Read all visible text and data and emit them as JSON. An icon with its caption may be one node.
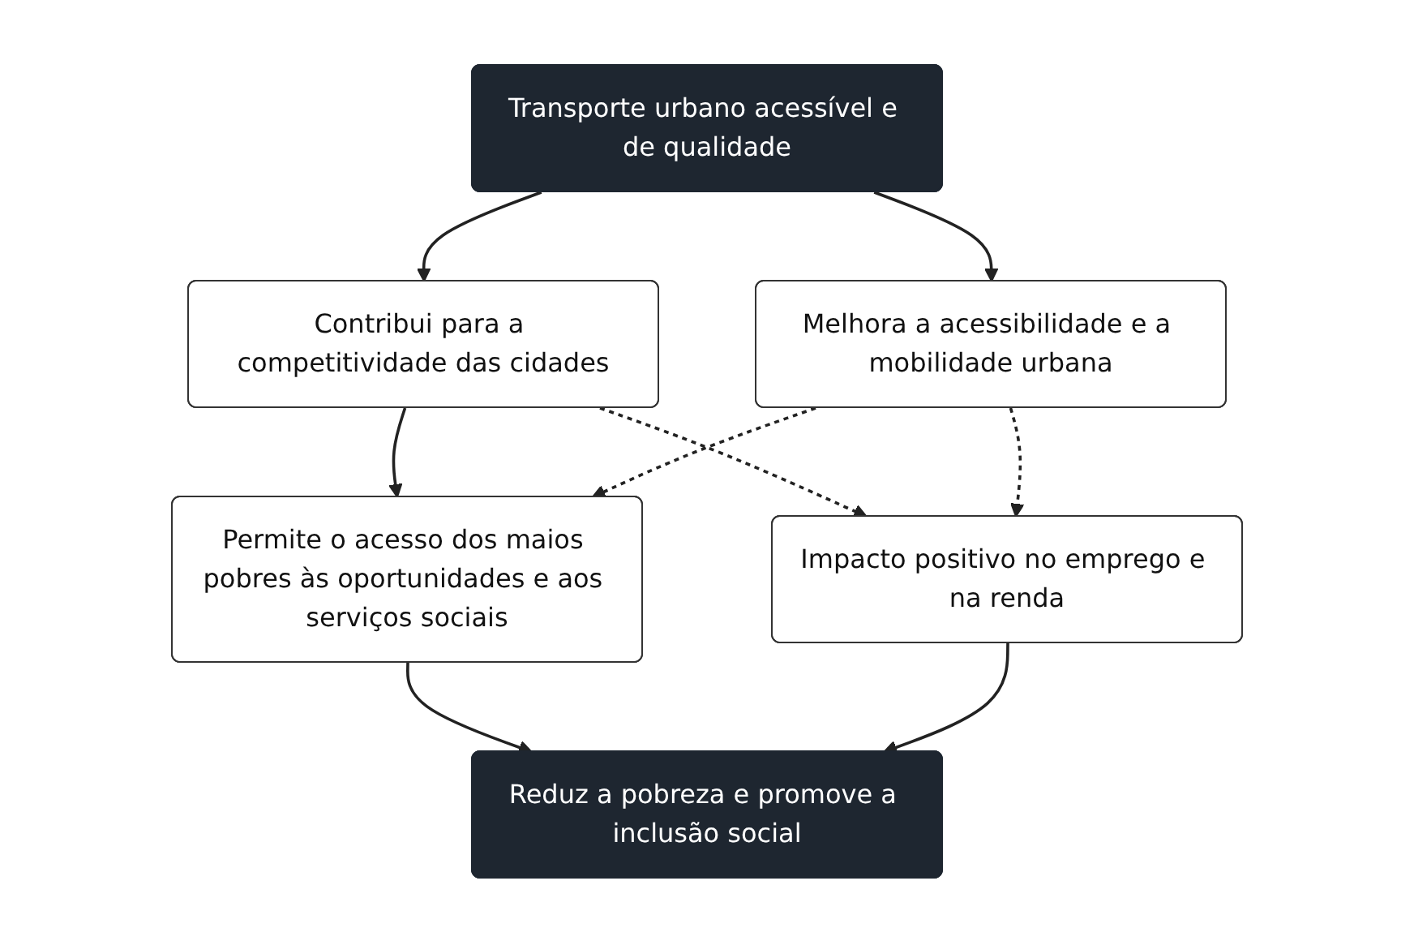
{
  "diagram": {
    "nodes": [
      {
        "text": [
          "Transporte urbano acessível e de qualidade"
        ]
      },
      {
        "text": [
          "Contribui para a competitividade das cidades"
        ]
      },
      {
        "text": [
          "Melhora a acessibilidade e a mobilidade urbana"
        ]
      },
      {
        "text": [
          "Permite o acesso dos maios pobres às oportunidades e aos serviços sociais"
        ]
      },
      {
        "text": [
          "Impacto positivo no emprego e na renda"
        ]
      },
      {
        "text": [
          "Reduz a pobreza e promove a inclusão social"
        ]
      }
    ],
    "edges": [
      {
        "from": 0,
        "to": 1,
        "arrow": "to"
      },
      {
        "from": 0,
        "to": 2,
        "arrow": "to"
      },
      {
        "from": 1,
        "to": 3,
        "arrow": "to"
      },
      {
        "from": 1,
        "to": 4,
        "arrow": "to",
        "style": "dashed"
      },
      {
        "from": 2,
        "to": 3,
        "arrow": "to",
        "style": "dashed"
      },
      {
        "from": 2,
        "to": 4,
        "arrow": "to",
        "style": "dashed"
      },
      {
        "from": 3,
        "to": 5,
        "arrow": "to"
      },
      {
        "from": 4,
        "to": 5,
        "arrow": "to"
      }
    ]
  }
}
